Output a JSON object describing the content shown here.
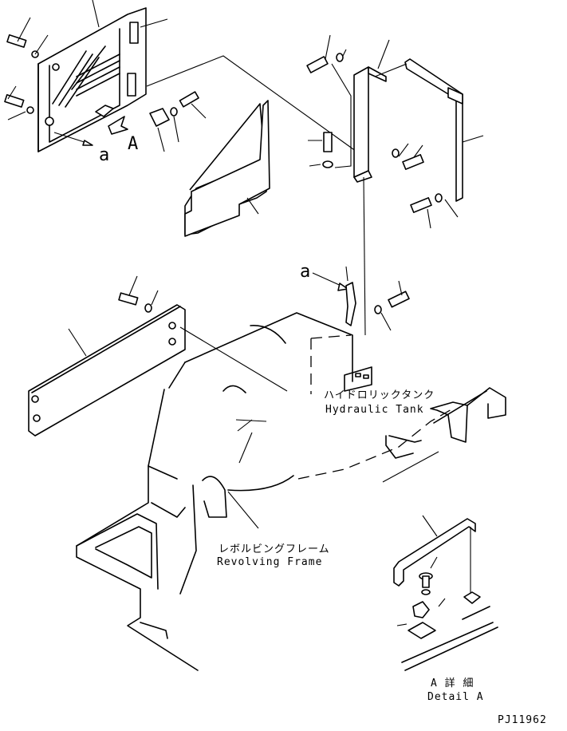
{
  "labels": {
    "hydraulic_tank_jp": "ハイドロリックタンク",
    "hydraulic_tank_en": "Hydraulic Tank",
    "revolving_frame_jp": "レボルビングフレーム",
    "revolving_frame_en": "Revolving Frame",
    "detail_jp": "A 詳 細",
    "detail_en": "Detail A",
    "view_letter": "A",
    "ref_a_top": "a",
    "ref_a_mid": "a",
    "drawing_number": "PJ11962"
  }
}
